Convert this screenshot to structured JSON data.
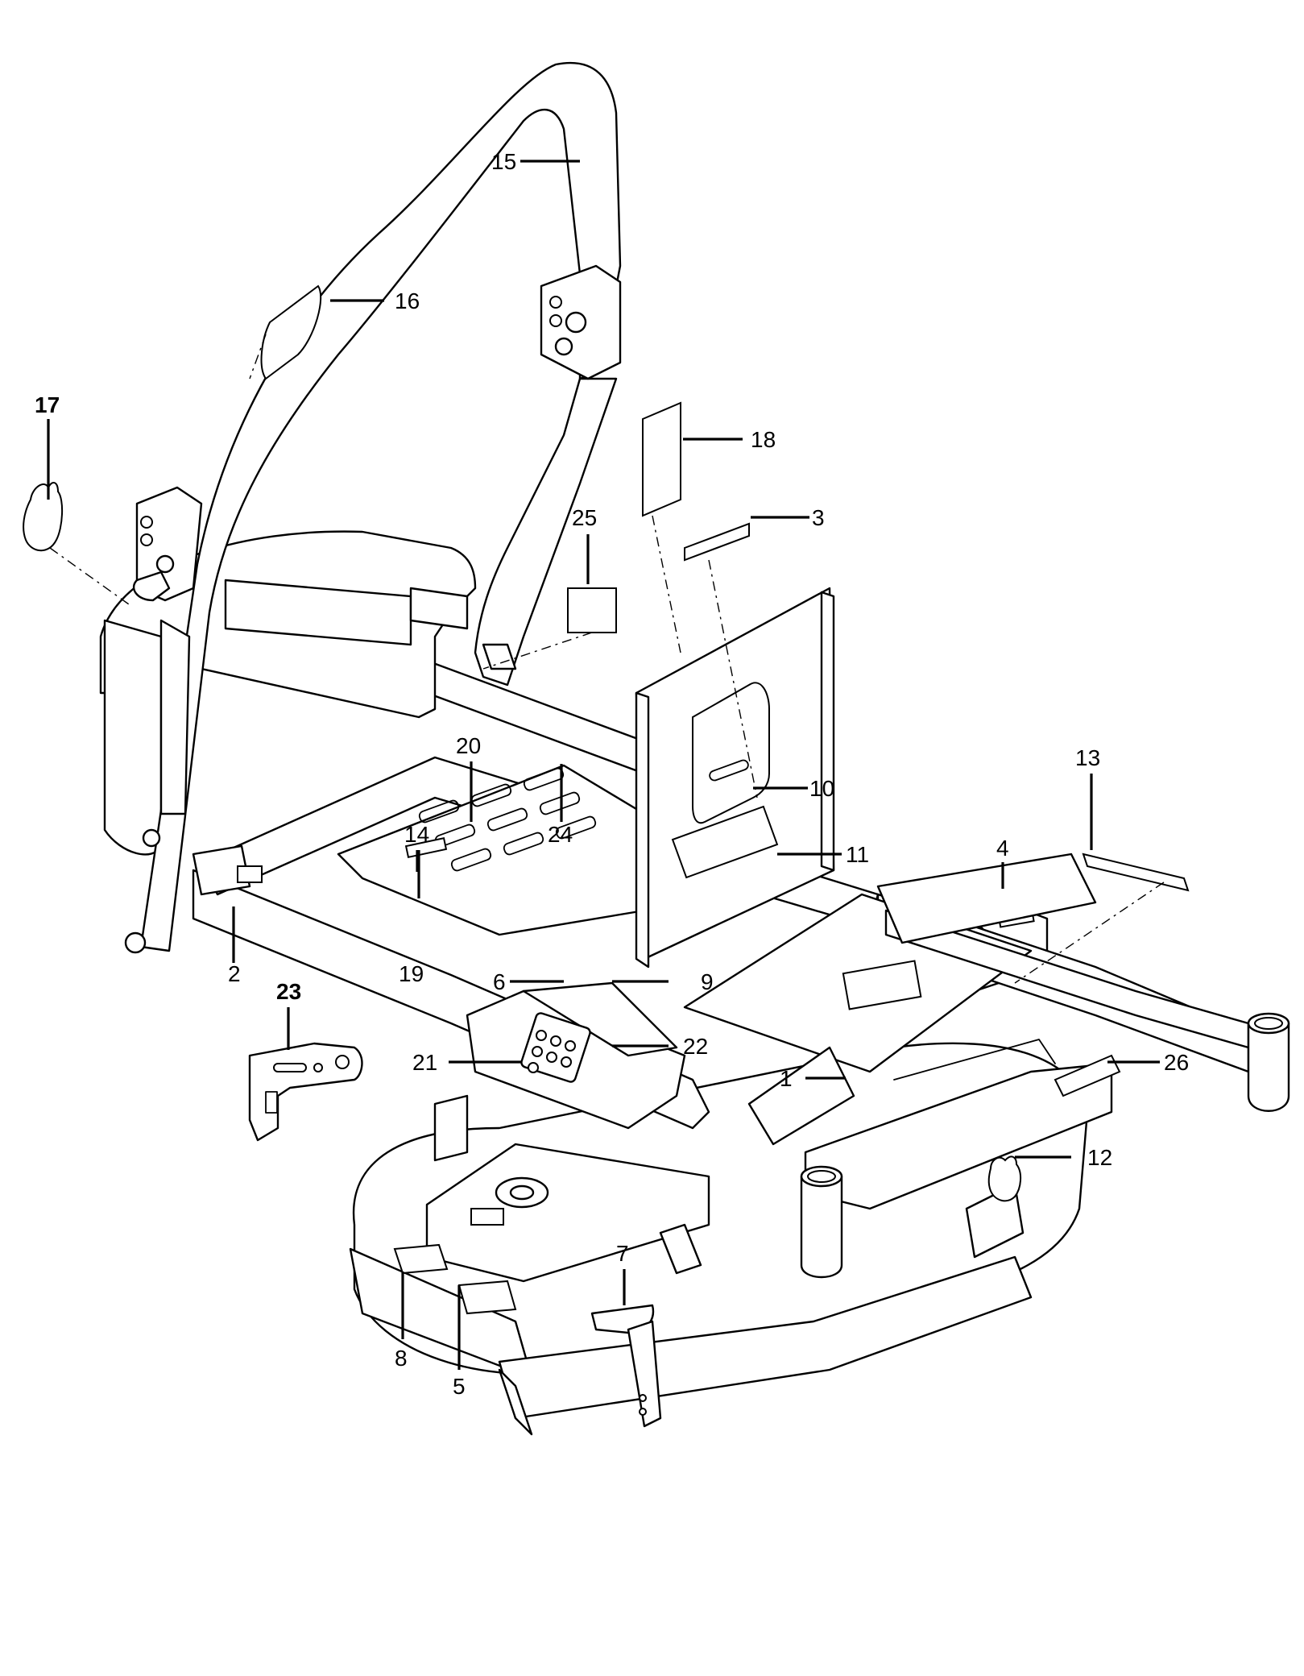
{
  "diagram": {
    "style": {
      "line_color": "#000000",
      "background": "#ffffff"
    },
    "callouts": [
      {
        "id": "c1",
        "label": "1",
        "bold": false
      },
      {
        "id": "c2",
        "label": "2",
        "bold": false
      },
      {
        "id": "c3",
        "label": "3",
        "bold": false
      },
      {
        "id": "c4",
        "label": "4",
        "bold": false
      },
      {
        "id": "c5",
        "label": "5",
        "bold": false
      },
      {
        "id": "c6",
        "label": "6",
        "bold": false
      },
      {
        "id": "c7",
        "label": "7",
        "bold": false
      },
      {
        "id": "c8",
        "label": "8",
        "bold": false
      },
      {
        "id": "c9",
        "label": "9",
        "bold": false
      },
      {
        "id": "c10",
        "label": "10",
        "bold": false
      },
      {
        "id": "c11",
        "label": "11",
        "bold": false
      },
      {
        "id": "c12",
        "label": "12",
        "bold": false
      },
      {
        "id": "c13",
        "label": "13",
        "bold": false
      },
      {
        "id": "c14",
        "label": "14",
        "bold": false
      },
      {
        "id": "c15",
        "label": "15",
        "bold": false
      },
      {
        "id": "c16",
        "label": "16",
        "bold": false
      },
      {
        "id": "c17",
        "label": "17",
        "bold": true
      },
      {
        "id": "c18",
        "label": "18",
        "bold": false
      },
      {
        "id": "c19",
        "label": "19",
        "bold": false
      },
      {
        "id": "c20",
        "label": "20",
        "bold": false
      },
      {
        "id": "c21",
        "label": "21",
        "bold": false
      },
      {
        "id": "c22",
        "label": "22",
        "bold": false
      },
      {
        "id": "c23",
        "label": "23",
        "bold": true
      },
      {
        "id": "c24",
        "label": "24",
        "bold": false
      },
      {
        "id": "c25",
        "label": "25",
        "bold": false
      },
      {
        "id": "c26",
        "label": "26",
        "bold": false
      }
    ]
  }
}
